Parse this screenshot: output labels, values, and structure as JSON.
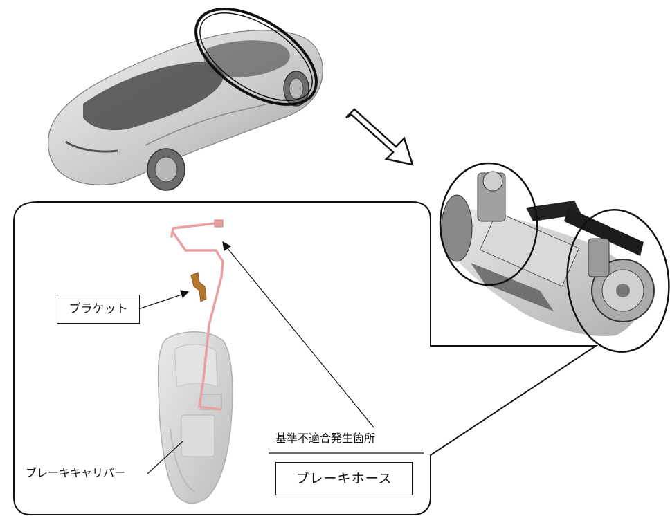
{
  "labels": {
    "bracket": "ブラケット",
    "brake_caliper": "ブレーキキャリパー",
    "nonconformity_location": "基準不適合発生箇所",
    "brake_hose": "ブレーキホース"
  },
  "colors": {
    "brake_hose": "#e8a0a0",
    "bracket": "#b5772f",
    "caliper": "#d4d4d4",
    "outline": "#111111",
    "car_body": "#c9c9c9"
  },
  "icons": [
    "car-illustration",
    "arrow-right-down-icon",
    "front-axle-assembly",
    "brake-caliper-illustration"
  ]
}
